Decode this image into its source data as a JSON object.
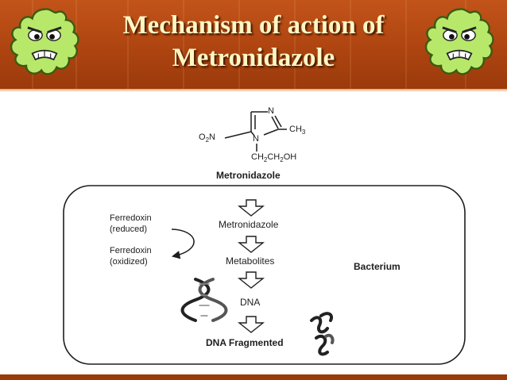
{
  "slide": {
    "title_line1": "Mechanism of action of",
    "title_line2": "Metronidazole",
    "accent_color": "#b24712",
    "title_color": "#fff7c4",
    "germ_color": "#b8e86a"
  },
  "structure": {
    "atom_n_top": "N",
    "atom_n_ring": "N",
    "substituent_methyl": "CH",
    "substituent_methyl_sub": "3",
    "substituent_nitro_o": "O",
    "substituent_nitro_sub": "2",
    "substituent_nitro_n": "N",
    "substituent_side_a": "CH",
    "substituent_side_a_sub": "2",
    "substituent_side_b": "CH",
    "substituent_side_b_sub": "2",
    "substituent_side_c": "OH",
    "caption": "Metronidazole"
  },
  "mechanism": {
    "container_label": "Bacterium",
    "redox_reduced_line1": "Ferredoxin",
    "redox_reduced_line2": "(reduced)",
    "redox_oxidized_line1": "Ferredoxin",
    "redox_oxidized_line2": "(oxidized)",
    "steps": [
      "Metronidazole",
      "Metabolites",
      "DNA",
      "DNA Fragmented"
    ]
  }
}
